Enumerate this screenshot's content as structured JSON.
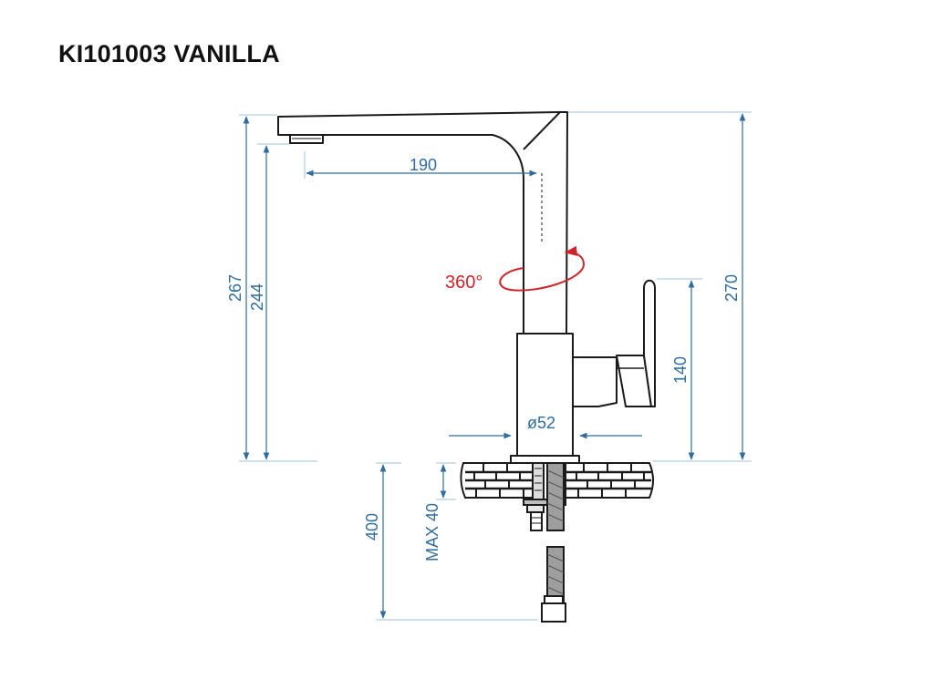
{
  "title": "KI101003 VANILLA",
  "colors": {
    "dimension": "#2f6d9e",
    "rotation": "#d2232a",
    "outline": "#1a1a1a",
    "guide": "#9cc3e0"
  },
  "dimensions": {
    "spout_reach": "190",
    "aerator_height": "244",
    "spout_height": "267",
    "total_height": "270",
    "lever_height": "140",
    "base_diameter": "ø52",
    "hose_length": "400",
    "max_counter_thickness": "MAX 40"
  },
  "rotation": {
    "label": "360°"
  }
}
